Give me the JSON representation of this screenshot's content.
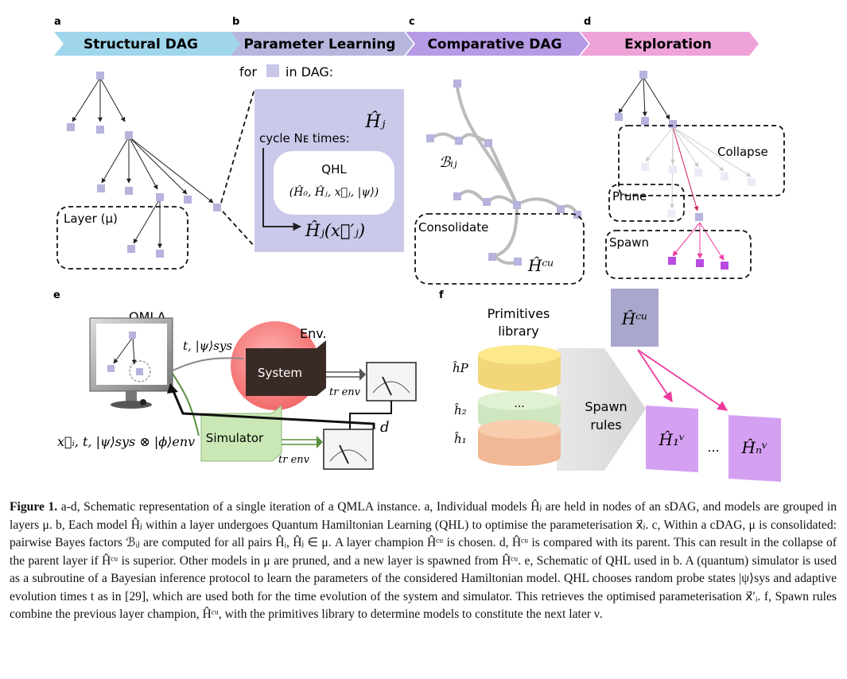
{
  "panels": {
    "a": {
      "letter": "a",
      "title": "Structural DAG",
      "layer_label": "Layer (μ)",
      "color": "#9fd6ec"
    },
    "b": {
      "letter": "b",
      "title": "Parameter Learning",
      "for_prefix": "for",
      "for_suffix": "in DAG:",
      "cycle_text": "cycle Nᴇ times:",
      "qhl_label": "QHL",
      "qhl_args": "(Ĥ₀, Ĥⱼ, x⃗ⱼ, |ψ⟩)",
      "hj_label": "Ĥⱼ",
      "result_label": "Ĥⱼ(x⃗′ⱼ)",
      "color": "#b6b6dd"
    },
    "c": {
      "letter": "c",
      "title": "Comparative DAG",
      "bayes_label": "ℬᵢⱼ",
      "consolidate_label": "Consolidate",
      "champion_label": "Ĥᶜᵘ",
      "color": "#b69ae6"
    },
    "d": {
      "letter": "d",
      "title": "Exploration",
      "collapse_label": "Collapse",
      "prune_label": "Prune",
      "spawn_label": "Spawn",
      "color": "#eea2d8"
    },
    "e": {
      "letter": "e",
      "qmla_label": "QMLA",
      "env_label": "Env.",
      "system_label": "System",
      "simulator_label": "Simulator",
      "probe_label": "t, |ψ⟩sys",
      "tr_env_1": "tr env",
      "tr_env_2": "tr env",
      "d_label": "d",
      "sim_input_label": "x⃗ᵢ, t, |ψ⟩sys ⊗ |ϕ⟩env"
    },
    "f": {
      "letter": "f",
      "library_label_1": "Primitives",
      "library_label_2": "library",
      "hp": "ĥP",
      "h2": "ĥ₂",
      "h1": "ĥ₁",
      "dots": "...",
      "spawn_rules_1": "Spawn",
      "spawn_rules_2": "rules",
      "champion": "Ĥᶜᵘ",
      "out_1": "Ĥ₁ᵛ",
      "out_dots": "...",
      "out_n": "Ĥₙᵛ"
    }
  },
  "caption": {
    "prefix": "Figure 1.",
    "text": "a-d, Schematic representation of a single iteration of a QMLA instance. a, Individual models Ĥⱼ are held in nodes of an sDAG, and models are grouped in layers μ. b, Each model Ĥⱼ within a layer undergoes Quantum Hamiltonian Learning (QHL) to optimise the parameterisation x⃗ⱼ. c, Within a cDAG, μ is consolidated: pairwise Bayes factors ℬᵢⱼ are computed for all pairs Ĥᵢ, Ĥⱼ ∈ μ. A layer champion Ĥᶜᵘ is chosen. d, Ĥᶜᵘ is compared with its parent. This can result in the collapse of the parent layer if Ĥᶜᵘ is superior. Other models in μ are pruned, and a new layer is spawned from Ĥᶜᵘ. e, Schematic of QHL used in b. A (quantum) simulator is used as a subroutine of a Bayesian inference protocol to learn the parameters of the considered Hamiltonian model. QHL chooses random probe states |ψ⟩sys and adaptive evolution times t as in [29], which are used both for the time evolution of the system and simulator. This retrieves the optimised parameterisation x⃗′ᵢ. f, Spawn rules combine the previous layer champion, Ĥᶜᵘ, with the primitives library to determine models to constitute the next later ν."
  }
}
